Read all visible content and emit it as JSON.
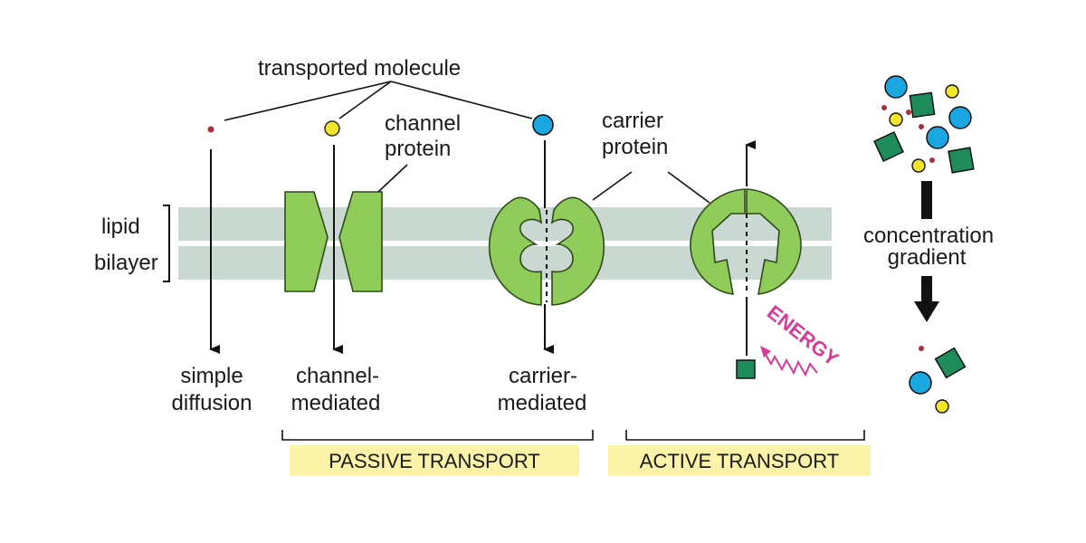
{
  "labels": {
    "transported_molecule": "transported molecule",
    "channel_protein": [
      "channel",
      "protein"
    ],
    "carrier_protein": [
      "carrier",
      "protein"
    ],
    "lipid_bilayer": [
      "lipid",
      "bilayer"
    ],
    "simple_diffusion": [
      "simple",
      "diffusion"
    ],
    "channel_mediated": [
      "channel-",
      "mediated"
    ],
    "carrier_mediated": [
      "carrier-",
      "mediated"
    ],
    "passive_transport": "PASSIVE TRANSPORT",
    "active_transport": "ACTIVE TRANSPORT",
    "energy": "ENERGY",
    "concentration_gradient": [
      "concentration",
      "gradient"
    ]
  },
  "colors": {
    "membrane": "#c9d8d0",
    "protein": "#8fcc5a",
    "protein_outline": "#2f4a1a",
    "blue_molecule": "#1aa6e0",
    "yellow_molecule": "#f3e52a",
    "green_square": "#1e8c5a",
    "red_dot": "#a3303a",
    "highlight": "#fbf3a8",
    "energy": "#d63a9b"
  }
}
